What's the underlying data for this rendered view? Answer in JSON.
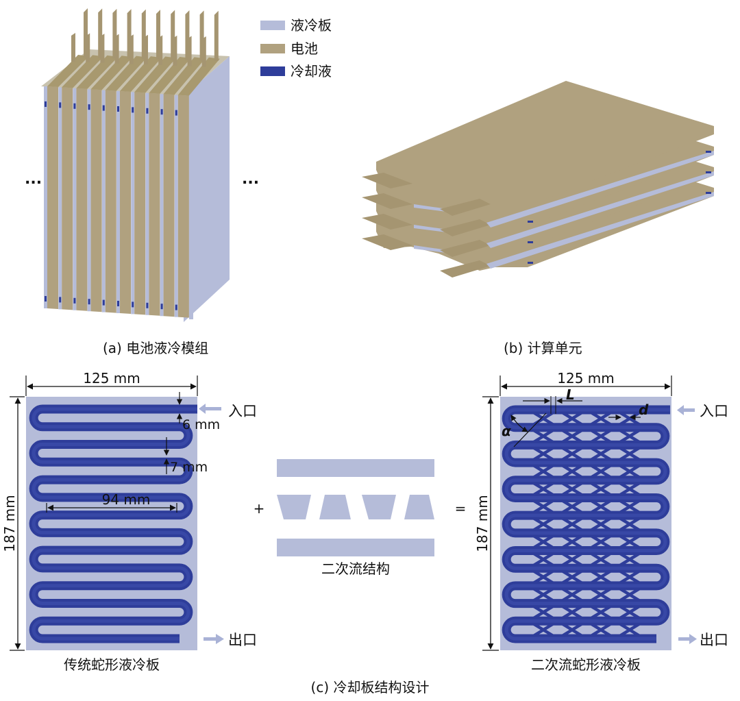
{
  "legend": {
    "items": [
      {
        "label": "液冷板",
        "color": "#b5bcd9"
      },
      {
        "label": "电池",
        "color": "#b0a17f"
      },
      {
        "label": "冷却液",
        "color": "#2e3d9a"
      }
    ]
  },
  "panel_a": {
    "caption": "(a) 电池液冷模组",
    "ellipsis_left": "...",
    "ellipsis_right": "..."
  },
  "panel_b": {
    "caption": "(b) 计算单元"
  },
  "panel_c": {
    "caption": "(c) 冷却板结构设计",
    "left_plate": {
      "caption": "传统蛇形液冷板",
      "width_dim": "125 mm",
      "height_dim": "187 mm",
      "channel_dim": "6 mm",
      "gap_dim": "7 mm",
      "length_dim": "94 mm",
      "inlet": "入口",
      "outlet": "出口"
    },
    "middle": {
      "caption": "二次流结构",
      "plus": "+",
      "equals": "="
    },
    "right_plate": {
      "caption": "二次流蛇形液冷板",
      "width_dim": "125 mm",
      "height_dim": "187 mm",
      "L_label": "L",
      "d_label": "d",
      "alpha_label": "α",
      "inlet": "入口",
      "outlet": "出口"
    }
  },
  "colors": {
    "plate": "#b5bcd9",
    "battery": "#b0a17f",
    "coolant": "#2e3d9a",
    "arrow": "#a9b2d6"
  }
}
